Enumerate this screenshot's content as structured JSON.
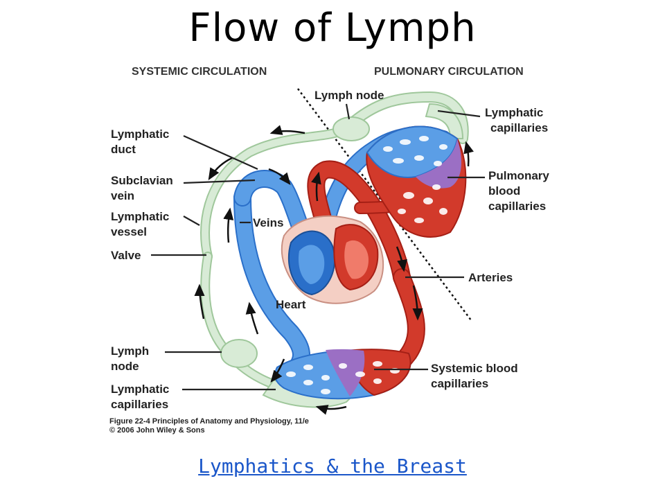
{
  "title": "Flow of Lymph",
  "headers": {
    "systemic": "SYSTEMIC CIRCULATION",
    "pulmonary": "PULMONARY CIRCULATION"
  },
  "labels": {
    "lymph_node_top": "Lymph node",
    "lymphatic_capillaries_right_1": "Lymphatic",
    "lymphatic_capillaries_right_2": "capillaries",
    "lymphatic_duct_1": "Lymphatic",
    "lymphatic_duct_2": "duct",
    "subclavian_vein_1": "Subclavian",
    "subclavian_vein_2": "vein",
    "lymphatic_vessel_1": "Lymphatic",
    "lymphatic_vessel_2": "vessel",
    "valve": "Valve",
    "veins": "Veins",
    "pulmonary_blood_capillaries_1": "Pulmonary",
    "pulmonary_blood_capillaries_2": "blood",
    "pulmonary_blood_capillaries_3": "capillaries",
    "arteries": "Arteries",
    "heart": "Heart",
    "lymph_node_bottom_1": "Lymph",
    "lymph_node_bottom_2": "node",
    "systemic_blood_capillaries_1": "Systemic blood",
    "systemic_blood_capillaries_2": "capillaries",
    "lymphatic_capillaries_left_1": "Lymphatic",
    "lymphatic_capillaries_left_2": "capillaries"
  },
  "caption": {
    "line1": "Figure 22-4  Principles of Anatomy and Physiology, 11/e",
    "line2": "© 2006 John Wiley & Sons"
  },
  "link": {
    "text": "Lymphatics & the Breast"
  },
  "colors": {
    "lymph": "#d8ebd6",
    "lymph_edge": "#9fc79b",
    "vein": "#5b9ee6",
    "vein_dark": "#2a6fc9",
    "artery": "#d23a2b",
    "artery_dark": "#a51f15",
    "capillary_mix": "#9b6fc4",
    "heart_bg": "#f4cfc4"
  }
}
